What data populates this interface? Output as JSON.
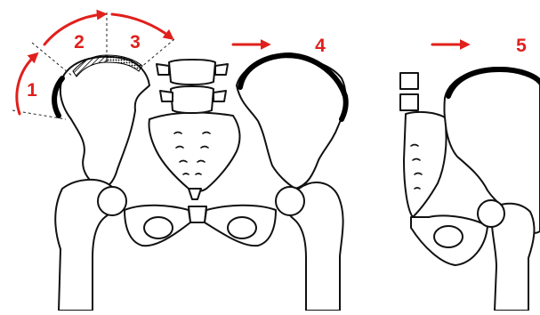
{
  "colors": {
    "accent": "#e0201c",
    "line": "#111111",
    "background": "#ffffff"
  },
  "stages": [
    {
      "label": "1"
    },
    {
      "label": "2"
    },
    {
      "label": "3"
    },
    {
      "label": "4"
    },
    {
      "label": "5"
    }
  ]
}
